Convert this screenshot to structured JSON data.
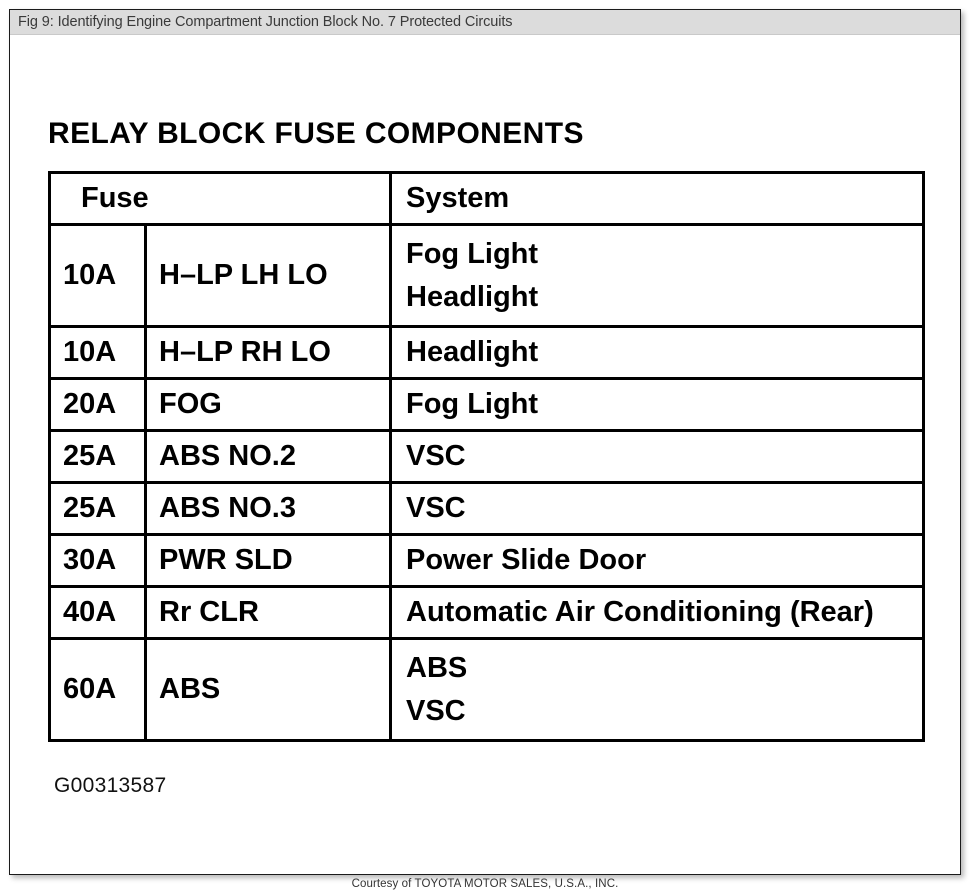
{
  "titlebar": {
    "text": "Fig 9: Identifying Engine Compartment Junction Block No. 7 Protected Circuits"
  },
  "document": {
    "heading": "RELAY BLOCK FUSE COMPONENTS",
    "reference_code": "G00313587",
    "footer_credit": "Courtesy of TOYOTA MOTOR SALES, U.S.A., INC."
  },
  "table": {
    "headers": {
      "fuse": "Fuse",
      "system": "System"
    },
    "rows": [
      {
        "amperage": "10A",
        "name": "H–LP LH LO",
        "system_lines": [
          "Fog Light",
          "Headlight"
        ]
      },
      {
        "amperage": "10A",
        "name": "H–LP RH LO",
        "system_lines": [
          "Headlight"
        ]
      },
      {
        "amperage": "20A",
        "name": "FOG",
        "system_lines": [
          "Fog Light"
        ]
      },
      {
        "amperage": "25A",
        "name": "ABS NO.2",
        "system_lines": [
          "VSC"
        ]
      },
      {
        "amperage": "25A",
        "name": "ABS NO.3",
        "system_lines": [
          "VSC"
        ]
      },
      {
        "amperage": "30A",
        "name": "PWR SLD",
        "system_lines": [
          "Power Slide Door"
        ]
      },
      {
        "amperage": "40A",
        "name": "Rr CLR",
        "system_lines": [
          "Automatic Air Conditioning (Rear)"
        ]
      },
      {
        "amperage": "60A",
        "name": "ABS",
        "system_lines": [
          "ABS",
          "VSC"
        ]
      }
    ]
  },
  "colors": {
    "titlebar_bg": "#dcdcdc",
    "page_bg": "#ffffff",
    "ink": "#000000",
    "titlebar_text": "#3a3a3a"
  }
}
